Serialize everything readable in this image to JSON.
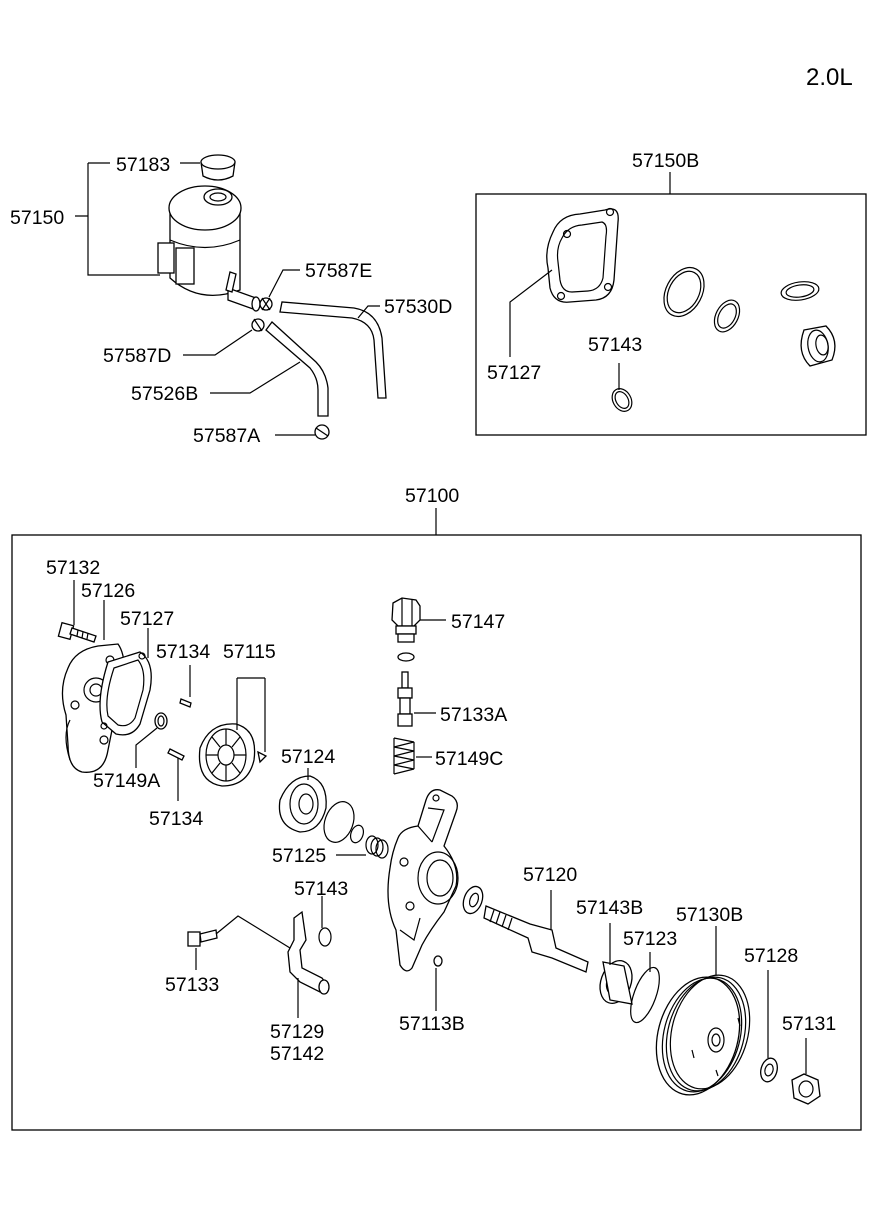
{
  "engine_label": "2.0L",
  "part_numbers": {
    "p57183": "57183",
    "p57150": "57150",
    "p57587E": "57587E",
    "p57530D": "57530D",
    "p57587D": "57587D",
    "p57526B": "57526B",
    "p57587A": "57587A",
    "p57150B": "57150B",
    "p57127_kit": "57127",
    "p57143_kit": "57143",
    "p57100": "57100",
    "p57132": "57132",
    "p57126": "57126",
    "p57127": "57127",
    "p57134_top": "57134",
    "p57115": "57115",
    "p57147": "57147",
    "p57133A": "57133A",
    "p57149C": "57149C",
    "p57124": "57124",
    "p57149A": "57149A",
    "p57134_bot": "57134",
    "p57125": "57125",
    "p57143": "57143",
    "p57120": "57120",
    "p57143B": "57143B",
    "p57130B": "57130B",
    "p57123": "57123",
    "p57128": "57128",
    "p57133": "57133",
    "p57131": "57131",
    "p57129": "57129",
    "p57142": "57142",
    "p57113B": "57113B"
  }
}
